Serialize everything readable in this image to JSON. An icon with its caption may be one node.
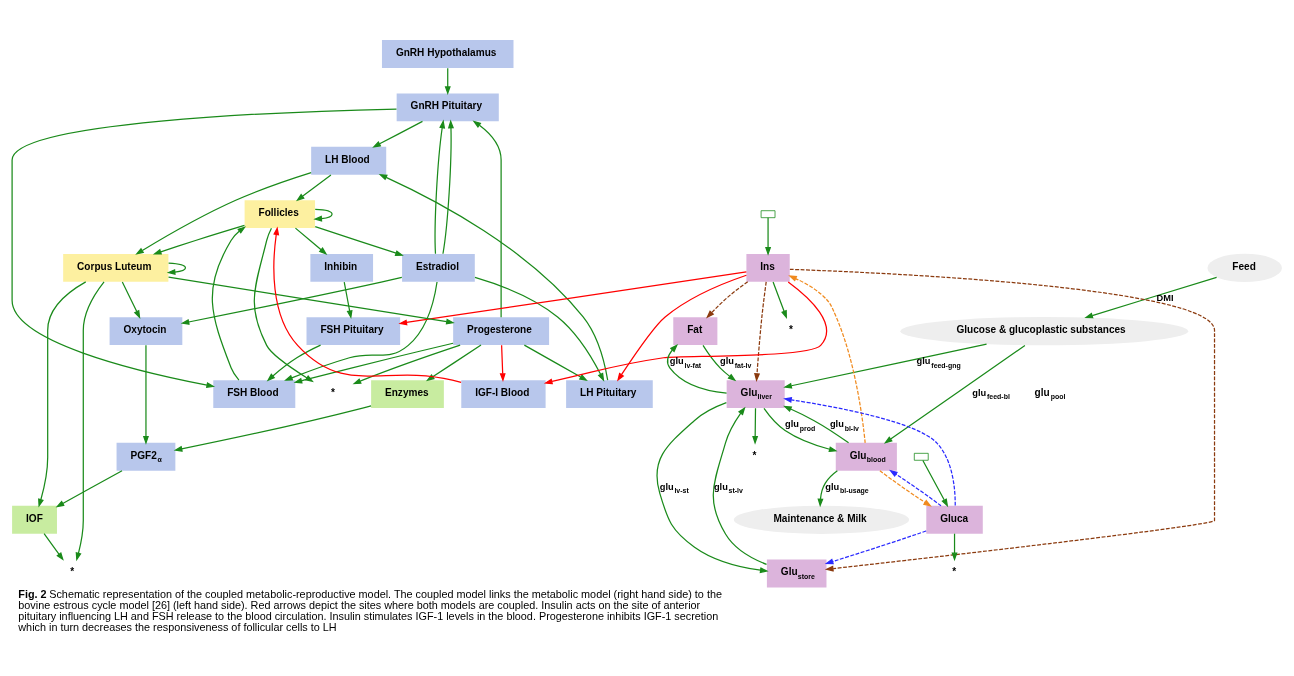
{
  "diagram": {
    "caption": "**Fig. 2** Schematic representation of the coupled metabolic-reproductive model. The coupled model links the metabolic model (right hand side) to the bovine estrous cycle model [26] (left hand side). Red arrows depict the sites where both models are coupled. Insulin acts on the site of anterior pituitary influencing LH and FSH release to the blood circulation. Insulin stimulates IGF-1 levels in the blood. Progesterone inhibits IGF-1 secretion which in turn decreases the responsiveness of follicular cells to LH",
    "nodes": [
      {
        "text": [
          "GnRH Hypothalamus"
        ]
      },
      {
        "text": [
          "GnRH Pituitary"
        ]
      },
      {
        "text": [
          "Feed"
        ]
      },
      {
        "text": [
          "Estradiol"
        ]
      },
      {
        "text": [
          "Glucose & glucoplastic substances"
        ]
      },
      {
        "text": [
          "LH Pituitary"
        ]
      },
      {
        "text": [
          "LH Blood"
        ]
      },
      {
        "text": [
          "Fat"
        ]
      },
      {
        "text": [
          "Progesterone"
        ]
      },
      {
        "text": [
          "FSH Pituitary"
        ]
      },
      {
        "text": [
          "FSH Blood"
        ]
      },
      {
        "text": [
          "Inhibin"
        ]
      },
      {
        "text": [
          "*"
        ]
      },
      {
        "text": [
          "*"
        ]
      },
      {
        "text": [
          "*"
        ]
      },
      {
        "text": [
          "*"
        ]
      },
      {
        "text": [
          "Follicles"
        ]
      },
      {
        "text": [
          "Ins"
        ]
      },
      {
        "text": [
          "Glu$_{liver}$"
        ]
      },
      {
        "text": [
          "Glu$_{blood}$"
        ]
      },
      {
        "text": [
          "Gluca"
        ]
      },
      {
        "text": [
          "Corpus Luteum"
        ]
      },
      {
        "text": [
          "Oxytocin"
        ]
      },
      {
        "text": [
          "Enzymes"
        ]
      },
      {
        "text": [
          "*"
        ]
      },
      {
        "text": [],
        "shape": "box"
      },
      {
        "text": [],
        "shape": "box"
      },
      {
        "text": [
          "Glu$_{store}$"
        ]
      },
      {
        "text": [
          "Maintenance & Milk"
        ]
      },
      {
        "text": [
          "PGF2$_{α}$"
        ]
      },
      {
        "text": [
          "IOF"
        ]
      },
      {
        "text": [
          "IGF-I Blood"
        ]
      }
    ],
    "edges": [
      {
        "from": 0,
        "to": 1,
        "arrow": "to"
      },
      {
        "from": 3,
        "to": 1,
        "arrow": "to"
      },
      {
        "from": 3,
        "to": 1,
        "arrow": "to"
      },
      {
        "from": 8,
        "to": 1,
        "arrow": "to"
      },
      {
        "from": 1,
        "to": 6,
        "arrow": "to"
      },
      {
        "from": 1,
        "to": 10,
        "arrow": "to"
      },
      {
        "from": 3,
        "to": 5,
        "arrow": "to"
      },
      {
        "from": 3,
        "to": 10,
        "arrow": "to"
      },
      {
        "from": 3,
        "to": 22,
        "arrow": "to"
      },
      {
        "from": 8,
        "to": 5,
        "arrow": "to"
      },
      {
        "from": 8,
        "to": 10,
        "arrow": "to"
      },
      {
        "from": 8,
        "to": 12,
        "arrow": "to"
      },
      {
        "from": 8,
        "to": 23,
        "arrow": "to"
      },
      {
        "from": 8,
        "to": 31,
        "arrow": "to",
        "color": "#ff0000"
      },
      {
        "from": 11,
        "to": 9,
        "arrow": "to"
      },
      {
        "from": 5,
        "to": 6,
        "arrow": "to"
      },
      {
        "from": 9,
        "to": 10,
        "arrow": "to"
      },
      {
        "from": 6,
        "to": 21,
        "arrow": "to"
      },
      {
        "from": 6,
        "to": 16,
        "arrow": "to"
      },
      {
        "from": 10,
        "to": 16,
        "arrow": "to"
      },
      {
        "from": 16,
        "to": 16,
        "arrow": "to"
      },
      {
        "from": 16,
        "to": 12,
        "arrow": "to"
      },
      {
        "from": 16,
        "to": 11,
        "arrow": "to"
      },
      {
        "from": 16,
        "to": 3,
        "arrow": "to"
      },
      {
        "from": 16,
        "to": 21,
        "arrow": "to"
      },
      {
        "from": 21,
        "to": 8,
        "arrow": "to"
      },
      {
        "from": 21,
        "to": 21,
        "arrow": "to"
      },
      {
        "from": 21,
        "to": 22,
        "arrow": "to"
      },
      {
        "from": 21,
        "to": 24,
        "arrow": "to"
      },
      {
        "from": 21,
        "to": 30,
        "arrow": "to"
      },
      {
        "from": 22,
        "to": 29,
        "arrow": "to"
      },
      {
        "from": 23,
        "to": 29,
        "arrow": "to"
      },
      {
        "from": 29,
        "to": 30,
        "arrow": "to"
      },
      {
        "from": 30,
        "to": 24,
        "arrow": "to"
      },
      {
        "from": 31,
        "to": 16,
        "arrow": "to",
        "color": "#ff0000"
      },
      {
        "from": 17,
        "to": 5,
        "arrow": "to",
        "color": "#ff0000"
      },
      {
        "from": 17,
        "to": 9,
        "arrow": "to",
        "color": "#ff0000"
      },
      {
        "from": 17,
        "to": 31,
        "arrow": "to",
        "color": "#ff0000"
      },
      {
        "from": 17,
        "to": 13,
        "arrow": "to"
      },
      {
        "from": 25,
        "to": 17,
        "arrow": "to"
      },
      {
        "from": 17,
        "to": 7,
        "arrow": "to",
        "style": "dashed",
        "color": "#8b3a0e"
      },
      {
        "from": 17,
        "to": 27,
        "arrow": "to",
        "style": "dashed",
        "color": "#8b3a0e"
      },
      {
        "from": 17,
        "to": 18,
        "arrow": "to",
        "style": "dashed",
        "color": "#8b3a0e"
      },
      {
        "from": 18,
        "to": 7,
        "arrow": "to",
        "label": "glu$_{lv-fat}$"
      },
      {
        "from": 7,
        "to": 18,
        "arrow": "to",
        "label": "glu$_{fat-lv}$"
      },
      {
        "from": 18,
        "to": 14,
        "arrow": "to"
      },
      {
        "from": 4,
        "to": 18,
        "arrow": "to",
        "label": "glu$_{feed-gng}$"
      },
      {
        "from": 4,
        "to": 19,
        "arrow": "to",
        "label": "glu$_{feed-bl}$"
      },
      {
        "from": 2,
        "to": 4,
        "arrow": "to",
        "label": "DMI"
      },
      {
        "from": 18,
        "to": 19,
        "arrow": "to",
        "label": "glu$_{prod}$"
      },
      {
        "from": 19,
        "to": 18,
        "arrow": "to",
        "label": "glu$_{bl-lv}$"
      },
      {
        "from": 19,
        "to": 28,
        "arrow": "to",
        "label": "glu$_{bl-usage}$"
      },
      {
        "from": 19,
        "to": 17,
        "arrow": "to",
        "style": "dashed",
        "color": "#f08a1e"
      },
      {
        "from": 19,
        "to": 20,
        "arrow": "to",
        "style": "dashed",
        "color": "#f08a1e"
      },
      {
        "from": 20,
        "to": 18,
        "arrow": "to",
        "style": "dashed",
        "color": "#2a2aff"
      },
      {
        "from": 20,
        "to": 19,
        "arrow": "to",
        "style": "dashed",
        "color": "#2a2aff"
      },
      {
        "from": 20,
        "to": 27,
        "arrow": "to",
        "style": "dashed",
        "color": "#2a2aff"
      },
      {
        "from": 20,
        "to": 15,
        "arrow": "to"
      },
      {
        "from": 26,
        "to": 20,
        "arrow": "to"
      },
      {
        "from": 18,
        "to": 27,
        "arrow": "to",
        "label": "glu$_{lv-st}$"
      },
      {
        "from": 27,
        "to": 18,
        "arrow": "to",
        "label": "glu$_{st-lv}$"
      }
    ],
    "labels": [
      "glu$_{pool}$"
    ]
  }
}
